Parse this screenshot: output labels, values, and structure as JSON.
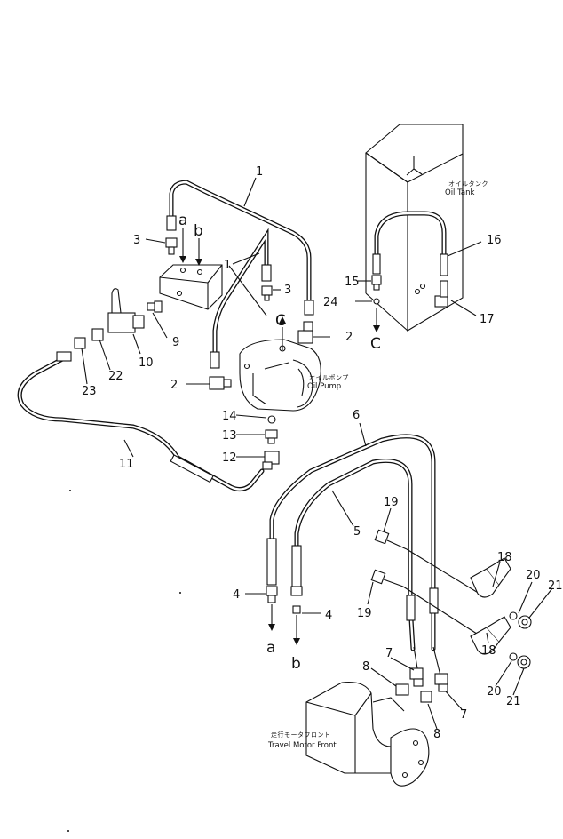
{
  "callouts": [
    {
      "id": "1a",
      "text": "1"
    },
    {
      "id": "1b",
      "text": "1"
    },
    {
      "id": "2a",
      "text": "2"
    },
    {
      "id": "2b",
      "text": "2"
    },
    {
      "id": "3a",
      "text": "3"
    },
    {
      "id": "3b",
      "text": "3"
    },
    {
      "id": "4a",
      "text": "4"
    },
    {
      "id": "4b",
      "text": "4"
    },
    {
      "id": "5",
      "text": "5"
    },
    {
      "id": "6",
      "text": "6"
    },
    {
      "id": "7a",
      "text": "7"
    },
    {
      "id": "7b",
      "text": "7"
    },
    {
      "id": "8a",
      "text": "8"
    },
    {
      "id": "8b",
      "text": "8"
    },
    {
      "id": "9",
      "text": "9"
    },
    {
      "id": "10",
      "text": "10"
    },
    {
      "id": "11",
      "text": "11"
    },
    {
      "id": "12",
      "text": "12"
    },
    {
      "id": "13",
      "text": "13"
    },
    {
      "id": "14",
      "text": "14"
    },
    {
      "id": "15",
      "text": "15"
    },
    {
      "id": "16",
      "text": "16"
    },
    {
      "id": "17",
      "text": "17"
    },
    {
      "id": "18a",
      "text": "18"
    },
    {
      "id": "18b",
      "text": "18"
    },
    {
      "id": "19a",
      "text": "19"
    },
    {
      "id": "19b",
      "text": "19"
    },
    {
      "id": "20a",
      "text": "20"
    },
    {
      "id": "20b",
      "text": "20"
    },
    {
      "id": "21a",
      "text": "21"
    },
    {
      "id": "21b",
      "text": "21"
    },
    {
      "id": "22",
      "text": "22"
    },
    {
      "id": "23",
      "text": "23"
    },
    {
      "id": "24",
      "text": "24"
    }
  ],
  "port_letters": [
    {
      "id": "a_top",
      "text": "a"
    },
    {
      "id": "b_top",
      "text": "b"
    },
    {
      "id": "c_pump",
      "text": "C"
    },
    {
      "id": "c_tank",
      "text": "C"
    },
    {
      "id": "a_bottom",
      "text": "a"
    },
    {
      "id": "b_bottom",
      "text": "b"
    }
  ],
  "labels": {
    "oil_tank_jp": "オイルタンク",
    "oil_tank_en": "Oil Tank",
    "oil_pump_jp": "オイルポンプ",
    "oil_pump_en": "Oil Pump",
    "travel_motor_jp": "走行モータフロント",
    "travel_motor_en": "Travel Motor Front"
  }
}
